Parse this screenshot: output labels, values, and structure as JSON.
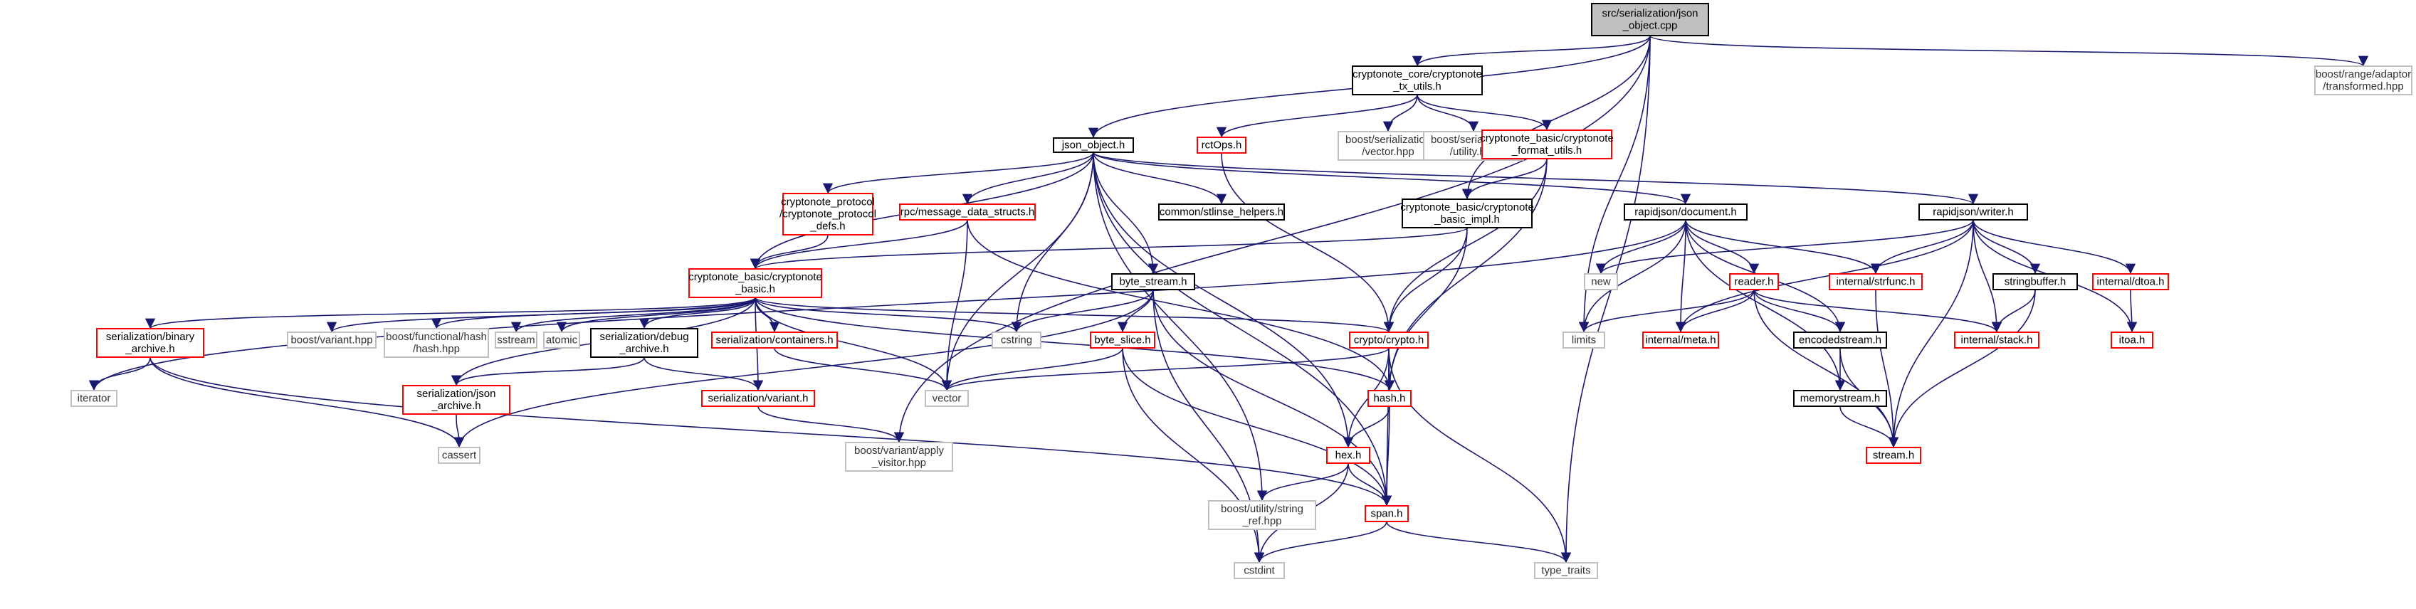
{
  "title": "src/serialization/json_object.cpp",
  "nodes": [
    {
      "id": "root",
      "lines": [
        "src/serialization/json",
        "_object.cpp"
      ],
      "style": "root"
    },
    {
      "id": "json_object_h",
      "lines": [
        "json_object.h"
      ],
      "style": "black"
    },
    {
      "id": "tx_utils",
      "lines": [
        "cryptonote_core/cryptonote",
        "_tx_utils.h"
      ],
      "style": "black"
    },
    {
      "id": "rctOps",
      "lines": [
        "rctOps.h"
      ],
      "style": "red"
    },
    {
      "id": "boost_ser_vector",
      "lines": [
        "boost/serialization",
        "/vector.hpp"
      ],
      "style": "gray"
    },
    {
      "id": "boost_ser_utility",
      "lines": [
        "boost/serialization",
        "/utility.hpp"
      ],
      "style": "gray"
    },
    {
      "id": "format_utils",
      "lines": [
        "cryptonote_basic/cryptonote",
        "_format_utils.h"
      ],
      "style": "red"
    },
    {
      "id": "boost_range",
      "lines": [
        "boost/range/adaptor",
        "/transformed.hpp"
      ],
      "style": "gray"
    },
    {
      "id": "protocol_defs",
      "lines": [
        "cryptonote_protocol",
        "/cryptonote_protocol",
        "_defs.h"
      ],
      "style": "red"
    },
    {
      "id": "msg_structs",
      "lines": [
        "rpc/message_data_structs.h"
      ],
      "style": "red"
    },
    {
      "id": "stlinse",
      "lines": [
        "common/stlinse_helpers.h"
      ],
      "style": "black"
    },
    {
      "id": "basic_impl",
      "lines": [
        "cryptonote_basic/cryptonote",
        "_basic_impl.h"
      ],
      "style": "black"
    },
    {
      "id": "rj_document",
      "lines": [
        "rapidjson/document.h"
      ],
      "style": "black"
    },
    {
      "id": "rj_writer",
      "lines": [
        "rapidjson/writer.h"
      ],
      "style": "black"
    },
    {
      "id": "cn_basic",
      "lines": [
        "cryptonote_basic/cryptonote",
        "_basic.h"
      ],
      "style": "red"
    },
    {
      "id": "byte_stream",
      "lines": [
        "byte_stream.h"
      ],
      "style": "black"
    },
    {
      "id": "new",
      "lines": [
        "new"
      ],
      "style": "gray"
    },
    {
      "id": "reader",
      "lines": [
        "reader.h"
      ],
      "style": "red"
    },
    {
      "id": "strfunc",
      "lines": [
        "internal/strfunc.h"
      ],
      "style": "red"
    },
    {
      "id": "stringbuffer",
      "lines": [
        "stringbuffer.h"
      ],
      "style": "black"
    },
    {
      "id": "dtoa",
      "lines": [
        "internal/dtoa.h"
      ],
      "style": "red"
    },
    {
      "id": "binary_archive",
      "lines": [
        "serialization/binary",
        "_archive.h"
      ],
      "style": "red"
    },
    {
      "id": "boost_variant",
      "lines": [
        "boost/variant.hpp"
      ],
      "style": "gray"
    },
    {
      "id": "boost_hash",
      "lines": [
        "boost/functional/hash",
        "/hash.hpp"
      ],
      "style": "gray"
    },
    {
      "id": "sstream",
      "lines": [
        "sstream"
      ],
      "style": "gray"
    },
    {
      "id": "atomic",
      "lines": [
        "atomic"
      ],
      "style": "gray"
    },
    {
      "id": "debug_archive",
      "lines": [
        "serialization/debug",
        "_archive.h"
      ],
      "style": "black"
    },
    {
      "id": "containers",
      "lines": [
        "serialization/containers.h"
      ],
      "style": "red"
    },
    {
      "id": "cstring",
      "lines": [
        "cstring"
      ],
      "style": "gray"
    },
    {
      "id": "byte_slice",
      "lines": [
        "byte_slice.h"
      ],
      "style": "red"
    },
    {
      "id": "crypto",
      "lines": [
        "crypto/crypto.h"
      ],
      "style": "red"
    },
    {
      "id": "limits",
      "lines": [
        "limits"
      ],
      "style": "gray"
    },
    {
      "id": "meta",
      "lines": [
        "internal/meta.h"
      ],
      "style": "red"
    },
    {
      "id": "encodedstream",
      "lines": [
        "encodedstream.h"
      ],
      "style": "black"
    },
    {
      "id": "stack",
      "lines": [
        "internal/stack.h"
      ],
      "style": "red"
    },
    {
      "id": "itoa",
      "lines": [
        "itoa.h"
      ],
      "style": "red"
    },
    {
      "id": "iterator",
      "lines": [
        "iterator"
      ],
      "style": "gray"
    },
    {
      "id": "json_archive",
      "lines": [
        "serialization/json",
        "_archive.h"
      ],
      "style": "red"
    },
    {
      "id": "variant",
      "lines": [
        "serialization/variant.h"
      ],
      "style": "red"
    },
    {
      "id": "vector",
      "lines": [
        "vector"
      ],
      "style": "gray"
    },
    {
      "id": "hash",
      "lines": [
        "hash.h"
      ],
      "style": "red"
    },
    {
      "id": "memorystream",
      "lines": [
        "memorystream.h"
      ],
      "style": "black"
    },
    {
      "id": "stream",
      "lines": [
        "stream.h"
      ],
      "style": "red"
    },
    {
      "id": "cassert",
      "lines": [
        "cassert"
      ],
      "style": "gray"
    },
    {
      "id": "boost_apply_visitor",
      "lines": [
        "boost/variant/apply",
        "_visitor.hpp"
      ],
      "style": "gray"
    },
    {
      "id": "hex",
      "lines": [
        "hex.h"
      ],
      "style": "red"
    },
    {
      "id": "boost_string_ref",
      "lines": [
        "boost/utility/string",
        "_ref.hpp"
      ],
      "style": "gray"
    },
    {
      "id": "span",
      "lines": [
        "span.h"
      ],
      "style": "red"
    },
    {
      "id": "type_traits",
      "lines": [
        "type_traits"
      ],
      "style": "gray"
    },
    {
      "id": "cstdint",
      "lines": [
        "cstdint"
      ],
      "style": "gray"
    }
  ],
  "edges": [
    [
      "root",
      "json_object_h"
    ],
    [
      "root",
      "tx_utils"
    ],
    [
      "root",
      "basic_impl"
    ],
    [
      "root",
      "boost_range"
    ],
    [
      "root",
      "limits"
    ],
    [
      "root",
      "type_traits"
    ],
    [
      "root",
      "boost_apply_visitor"
    ],
    [
      "tx_utils",
      "rctOps"
    ],
    [
      "tx_utils",
      "boost_ser_vector"
    ],
    [
      "tx_utils",
      "boost_ser_utility"
    ],
    [
      "tx_utils",
      "format_utils"
    ],
    [
      "rctOps",
      "crypto"
    ],
    [
      "format_utils",
      "basic_impl"
    ],
    [
      "format_utils",
      "crypto"
    ],
    [
      "format_utils",
      "hash"
    ],
    [
      "json_object_h",
      "protocol_defs"
    ],
    [
      "json_object_h",
      "msg_structs"
    ],
    [
      "json_object_h",
      "stlinse"
    ],
    [
      "json_object_h",
      "rj_document"
    ],
    [
      "json_object_h",
      "rj_writer"
    ],
    [
      "json_object_h",
      "cn_basic"
    ],
    [
      "json_object_h",
      "byte_stream"
    ],
    [
      "json_object_h",
      "cstring"
    ],
    [
      "json_object_h",
      "hex"
    ],
    [
      "json_object_h",
      "vector"
    ],
    [
      "json_object_h",
      "span"
    ],
    [
      "json_object_h",
      "boost_string_ref"
    ],
    [
      "protocol_defs",
      "cn_basic"
    ],
    [
      "msg_structs",
      "cn_basic"
    ],
    [
      "msg_structs",
      "vector"
    ],
    [
      "msg_structs",
      "hash"
    ],
    [
      "basic_impl",
      "cn_basic"
    ],
    [
      "basic_impl",
      "crypto"
    ],
    [
      "basic_impl",
      "hash"
    ],
    [
      "rj_document",
      "new"
    ],
    [
      "rj_document",
      "limits"
    ],
    [
      "rj_document",
      "reader"
    ],
    [
      "rj_document",
      "strfunc"
    ],
    [
      "rj_document",
      "meta"
    ],
    [
      "rj_document",
      "encodedstream"
    ],
    [
      "rj_document",
      "memorystream"
    ],
    [
      "rj_document",
      "iterator"
    ],
    [
      "rj_writer",
      "new"
    ],
    [
      "rj_writer",
      "strfunc"
    ],
    [
      "rj_writer",
      "stringbuffer"
    ],
    [
      "rj_writer",
      "dtoa"
    ],
    [
      "rj_writer",
      "itoa"
    ],
    [
      "rj_writer",
      "stack"
    ],
    [
      "rj_writer",
      "meta"
    ],
    [
      "rj_writer",
      "stream"
    ],
    [
      "reader",
      "limits"
    ],
    [
      "reader",
      "meta"
    ],
    [
      "reader",
      "stack"
    ],
    [
      "reader",
      "encodedstream"
    ],
    [
      "reader",
      "stream"
    ],
    [
      "strfunc",
      "stream"
    ],
    [
      "stringbuffer",
      "stack"
    ],
    [
      "stringbuffer",
      "stream"
    ],
    [
      "dtoa",
      "itoa"
    ],
    [
      "encodedstream",
      "memorystream"
    ],
    [
      "encodedstream",
      "stream"
    ],
    [
      "memorystream",
      "stream"
    ],
    [
      "cn_basic",
      "binary_archive"
    ],
    [
      "cn_basic",
      "boost_variant"
    ],
    [
      "cn_basic",
      "boost_hash"
    ],
    [
      "cn_basic",
      "sstream"
    ],
    [
      "cn_basic",
      "atomic"
    ],
    [
      "cn_basic",
      "debug_archive"
    ],
    [
      "cn_basic",
      "containers"
    ],
    [
      "cn_basic",
      "cstring"
    ],
    [
      "cn_basic",
      "crypto"
    ],
    [
      "cn_basic",
      "hash"
    ],
    [
      "cn_basic",
      "vector"
    ],
    [
      "cn_basic",
      "variant"
    ],
    [
      "cn_basic",
      "json_archive"
    ],
    [
      "byte_stream",
      "byte_slice"
    ],
    [
      "byte_stream",
      "cstring"
    ],
    [
      "byte_stream",
      "span"
    ],
    [
      "byte_stream",
      "cstdint"
    ],
    [
      "byte_stream",
      "cassert"
    ],
    [
      "binary_archive",
      "iterator"
    ],
    [
      "binary_archive",
      "cassert"
    ],
    [
      "binary_archive",
      "span"
    ],
    [
      "debug_archive",
      "json_archive"
    ],
    [
      "debug_archive",
      "variant"
    ],
    [
      "containers",
      "vector"
    ],
    [
      "byte_slice",
      "vector"
    ],
    [
      "byte_slice",
      "span"
    ],
    [
      "byte_slice",
      "cstdint"
    ],
    [
      "crypto",
      "vector"
    ],
    [
      "crypto",
      "hash"
    ],
    [
      "crypto",
      "hex"
    ],
    [
      "crypto",
      "span"
    ],
    [
      "crypto",
      "type_traits"
    ],
    [
      "json_archive",
      "cassert"
    ],
    [
      "variant",
      "boost_apply_visitor"
    ],
    [
      "hash",
      "hex"
    ],
    [
      "hash",
      "span"
    ],
    [
      "hex",
      "span"
    ],
    [
      "hex",
      "cstdint"
    ],
    [
      "hex",
      "boost_string_ref"
    ],
    [
      "span",
      "cstdint"
    ],
    [
      "span",
      "type_traits"
    ]
  ]
}
